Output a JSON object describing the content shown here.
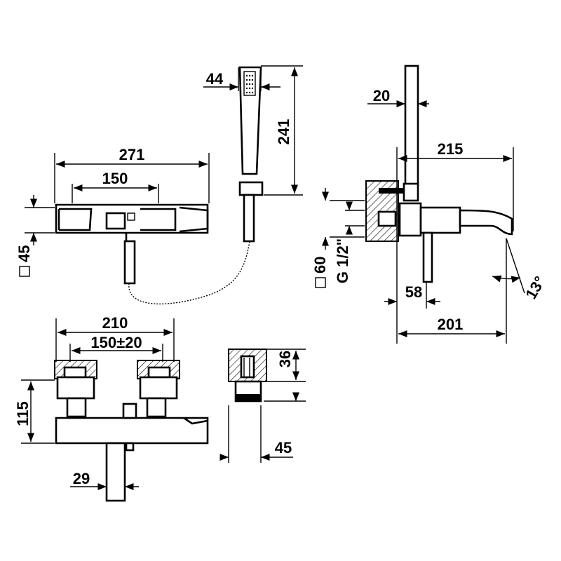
{
  "dimensions": {
    "top_width_total": "271",
    "top_width_handles": "150",
    "square_45": "45",
    "handshower_width": "44",
    "handshower_length": "241",
    "bar_20": "20",
    "spout_215": "215",
    "square_60": "60",
    "thread": "G 1/2\"",
    "offset_58": "58",
    "depth_201": "201",
    "angle": "13°",
    "front_210": "210",
    "front_center": "150±20",
    "front_height": "115",
    "front_29": "29",
    "flange_36": "36",
    "flange_45": "45"
  },
  "colors": {
    "line": "#000000",
    "background": "#ffffff"
  }
}
